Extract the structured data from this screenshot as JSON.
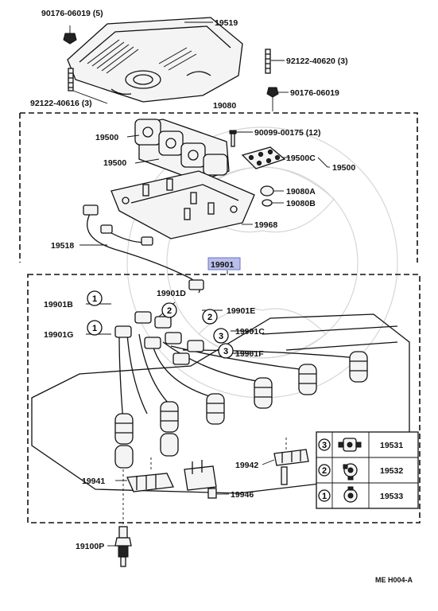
{
  "labels": {
    "p1": "90176-06019 (5)",
    "p2": "19519",
    "p3": "92122-40620 (3)",
    "p4": "92122-40616 (3)",
    "p5": "90176-06019",
    "p6": "19080",
    "p7": "19500",
    "p8": "90099-00175 (12)",
    "p9": "19500",
    "p10": "19500C",
    "p11": "19500",
    "p12": "19080A",
    "p13": "19080B",
    "p14": "19968",
    "p15": "19518",
    "p16": "19901",
    "p17": "19901D",
    "p18": "19901B",
    "p19": "19901E",
    "p20": "19901G",
    "p21": "19901C",
    "p22": "19901F",
    "p23": "19942",
    "p24": "19941",
    "p25": "19946",
    "p26": "19100P",
    "code": "ME H004-A"
  },
  "callouts": {
    "n1": "1",
    "n2": "1",
    "n3": "2",
    "n4": "2",
    "n5": "3",
    "n6": "3"
  },
  "legend": [
    {
      "num": "3",
      "part": "19531"
    },
    {
      "num": "2",
      "part": "19532"
    },
    {
      "num": "1",
      "part": "19533"
    }
  ],
  "colors": {
    "highlight": "#b9bfe8",
    "ink": "#111111"
  }
}
